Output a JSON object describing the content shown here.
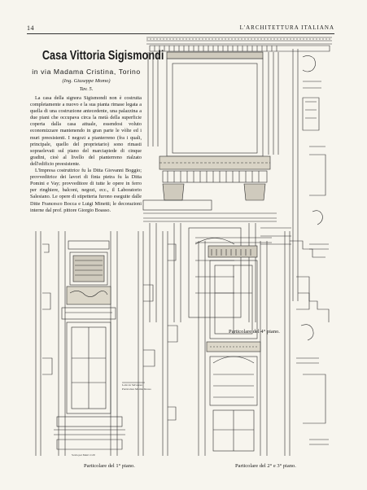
{
  "header": {
    "page_number": "14",
    "journal": "L'ARCHITETTURA ITALIANA"
  },
  "article": {
    "title": "Casa Vittoria Sigismondi",
    "subtitle": "in via Madama Cristina, Torino",
    "author": "(Ing. Giuseppe Momo)",
    "plate": "Tav. 5.",
    "paragraphs": [
      "La casa della signora Sigismondi non è costruita completamente a nuovo e la sua pianta rimase legata a quella di una costruzione antecedente, una palazzina a due piani che occupava circa la metà della superficie coperta dalla casa attuale, essendosi voluto economizzare mantenendo in gran parte le vòlte ed i muri preesistenti. I negozi a pianterreno (fra i quali, principale, quello del proprietario) sono rimasti sopraelevati sul piano del marciapiede di cinque gradini, cioè al livello del pianterreno rialzato dell'edificio preesistente.",
      "L'Impresa costruttrice fu la Ditta Giovanni Boggio; provveditrice dei lavori di finta pietra fu la Ditta Pomini e Vay; provveditore di tutte le opere in ferro per ringhiere, balconi, negozi, ecc., il Laboratorio Salesiano. Le opere di stipetteria furono eseguite dalle Ditte Francesco Bocca e Luigi Minetti; le decorazioni interne dal prof. pittore Giorgio Boasso."
    ]
  },
  "figures": {
    "caption_4": "Particolare del 4° piano.",
    "caption_1": "Particolare del 1° piano.",
    "caption_23": "Particolare del 2° e 3° piano."
  }
}
